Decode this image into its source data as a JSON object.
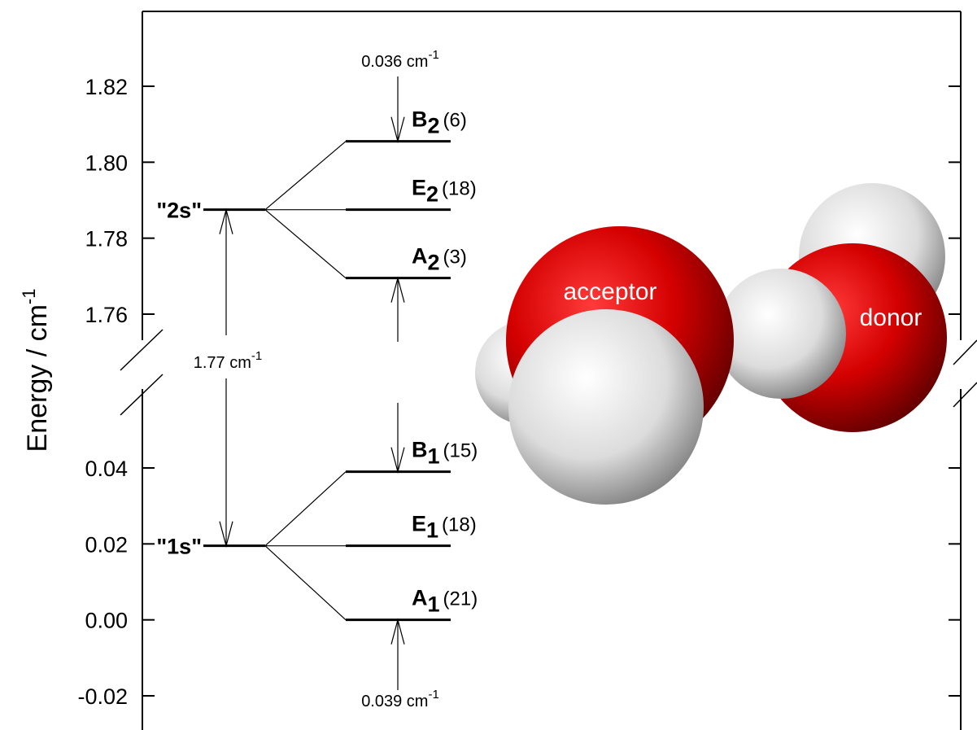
{
  "chart_data": {
    "type": "diagram",
    "ylabel": "Energy / cm",
    "ylabel_exponent": "-1",
    "axis_break": true,
    "upper_axis": {
      "ticks": [
        "1.82",
        "1.80",
        "1.78",
        "1.76"
      ],
      "values": [
        1.82,
        1.8,
        1.78,
        1.76
      ]
    },
    "lower_axis": {
      "ticks": [
        "0.04",
        "0.02",
        "0.00",
        "-0.02"
      ],
      "values": [
        0.04,
        0.02,
        0.0,
        -0.02
      ]
    },
    "parent_levels": [
      {
        "label": "\"2s\"",
        "energy": 1.7875
      },
      {
        "label": "\"1s\"",
        "energy": 0.0195
      }
    ],
    "sublevels": [
      {
        "sym": "B",
        "sub": "2",
        "deg": "(6)",
        "energy": 1.8055
      },
      {
        "sym": "E",
        "sub": "2",
        "deg": "(18)",
        "energy": 1.7875
      },
      {
        "sym": "A",
        "sub": "2",
        "deg": "(3)",
        "energy": 1.7695
      },
      {
        "sym": "B",
        "sub": "1",
        "deg": "(15)",
        "energy": 0.039
      },
      {
        "sym": "E",
        "sub": "1",
        "deg": "(18)",
        "energy": 0.0195
      },
      {
        "sym": "A",
        "sub": "1",
        "deg": "(21)",
        "energy": 0.0
      }
    ],
    "annotations": {
      "top_split": {
        "value": "0.036 cm",
        "exp": "-1"
      },
      "bottom_split": {
        "value": "0.039 cm",
        "exp": "-1"
      },
      "gap": {
        "value": "1.77 cm",
        "exp": "-1"
      }
    },
    "molecule_labels": {
      "acceptor": "acceptor",
      "donor": "donor"
    },
    "colors": {
      "oxygen": "#e00000",
      "hydrogen": "#e6e6e6",
      "line": "#000000"
    }
  }
}
